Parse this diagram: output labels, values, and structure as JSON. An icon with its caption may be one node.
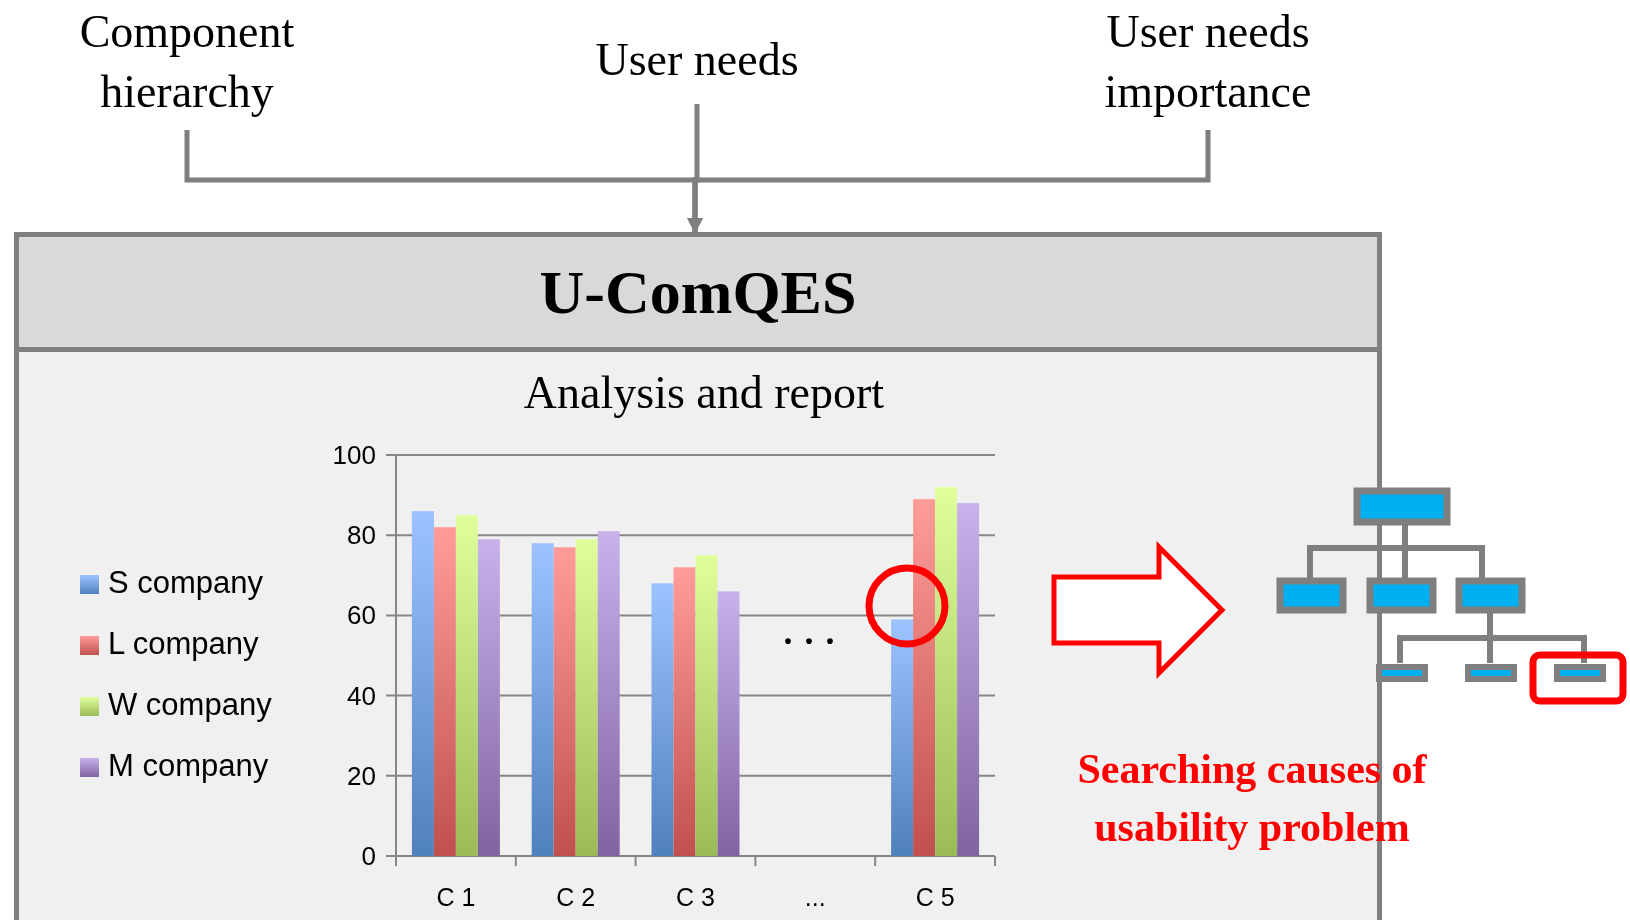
{
  "diagram": {
    "nodes": [
      {
        "text": [
          "Component hierarchy"
        ]
      },
      {
        "text": [
          "User needs"
        ]
      },
      {
        "text": [
          "User needs importance"
        ]
      },
      {
        "text": [
          "U-ComQES",
          "Analysis and report"
        ]
      }
    ],
    "edges": [
      {
        "from": 0,
        "to": 3,
        "arrow": "to"
      },
      {
        "from": 1,
        "to": 3,
        "arrow": "to"
      },
      {
        "from": 2,
        "to": 3,
        "arrow": "to"
      }
    ],
    "labels": [
      "...",
      "Searching causes of usability problem"
    ],
    "chart_data": {
      "type": "bar",
      "categories": [
        "C 1",
        "C 2",
        "C 3",
        "...",
        "C 5"
      ],
      "ylim": [
        0,
        100
      ],
      "grid": true,
      "legend": true,
      "yticks": [
        0,
        20,
        40,
        60,
        80,
        100
      ],
      "series": [
        {
          "name": "S company",
          "color": "#4f81bd",
          "values": [
            86,
            78,
            68,
            null,
            59
          ]
        },
        {
          "name": "L company",
          "color": "#c0504d",
          "values": [
            82,
            77,
            72,
            null,
            89
          ]
        },
        {
          "name": "W company",
          "color": "#9bbb59",
          "values": [
            85,
            79,
            75,
            null,
            92
          ]
        },
        {
          "name": "M company",
          "color": "#8064a2",
          "values": [
            79,
            81,
            66,
            null,
            88
          ]
        }
      ]
    }
  }
}
